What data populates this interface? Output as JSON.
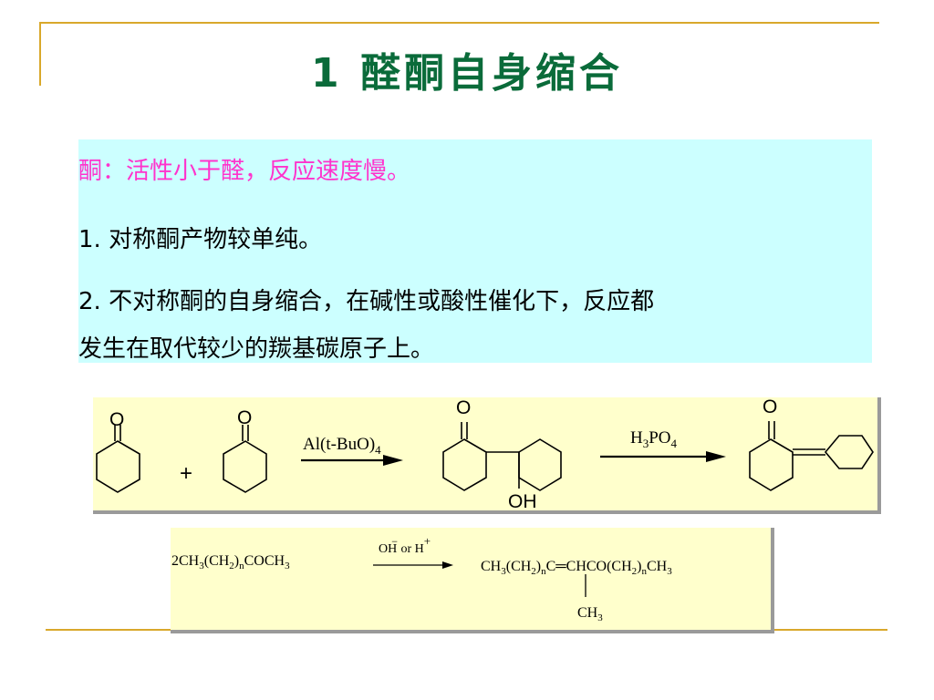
{
  "slide": {
    "title": "1  醛酮自身缩合",
    "lines": [
      "酮：活性小于醛，反应速度慢。",
      "1.  对称酮产物较单纯。",
      "2.  不对称酮的自身缩合，在碱性或酸性催化下，反应都",
      "发生在取代较少的羰基碳原子上。"
    ]
  },
  "reaction1": {
    "atom_o": "O",
    "plus": "+",
    "reagent1_main": "Al(t-BuO)",
    "reagent1_sub": "4",
    "oh": "OH",
    "reagent2_h": "H",
    "reagent2_sub3": "3",
    "reagent2_po": "PO",
    "reagent2_sub4": "4"
  },
  "reaction2": {
    "reactant": [
      "2CH",
      "3",
      "(CH",
      "2",
      ")",
      "n",
      "COCH",
      "3"
    ],
    "conditions": [
      "OH",
      "−",
      " or H",
      "+"
    ],
    "product": [
      "CH",
      "3",
      "(CH",
      "2",
      ")",
      "n",
      "C",
      "═",
      "CHCO(CH",
      "2",
      ")",
      "n",
      "CH",
      "3"
    ],
    "branch": [
      "CH",
      "3"
    ]
  },
  "colors": {
    "title_green": "#0a6b3a",
    "accent_pink": "#ff33cc",
    "gold_rule": "#d9a82b",
    "text_box": "#ccffff",
    "scheme_box": "#ffffcc"
  }
}
